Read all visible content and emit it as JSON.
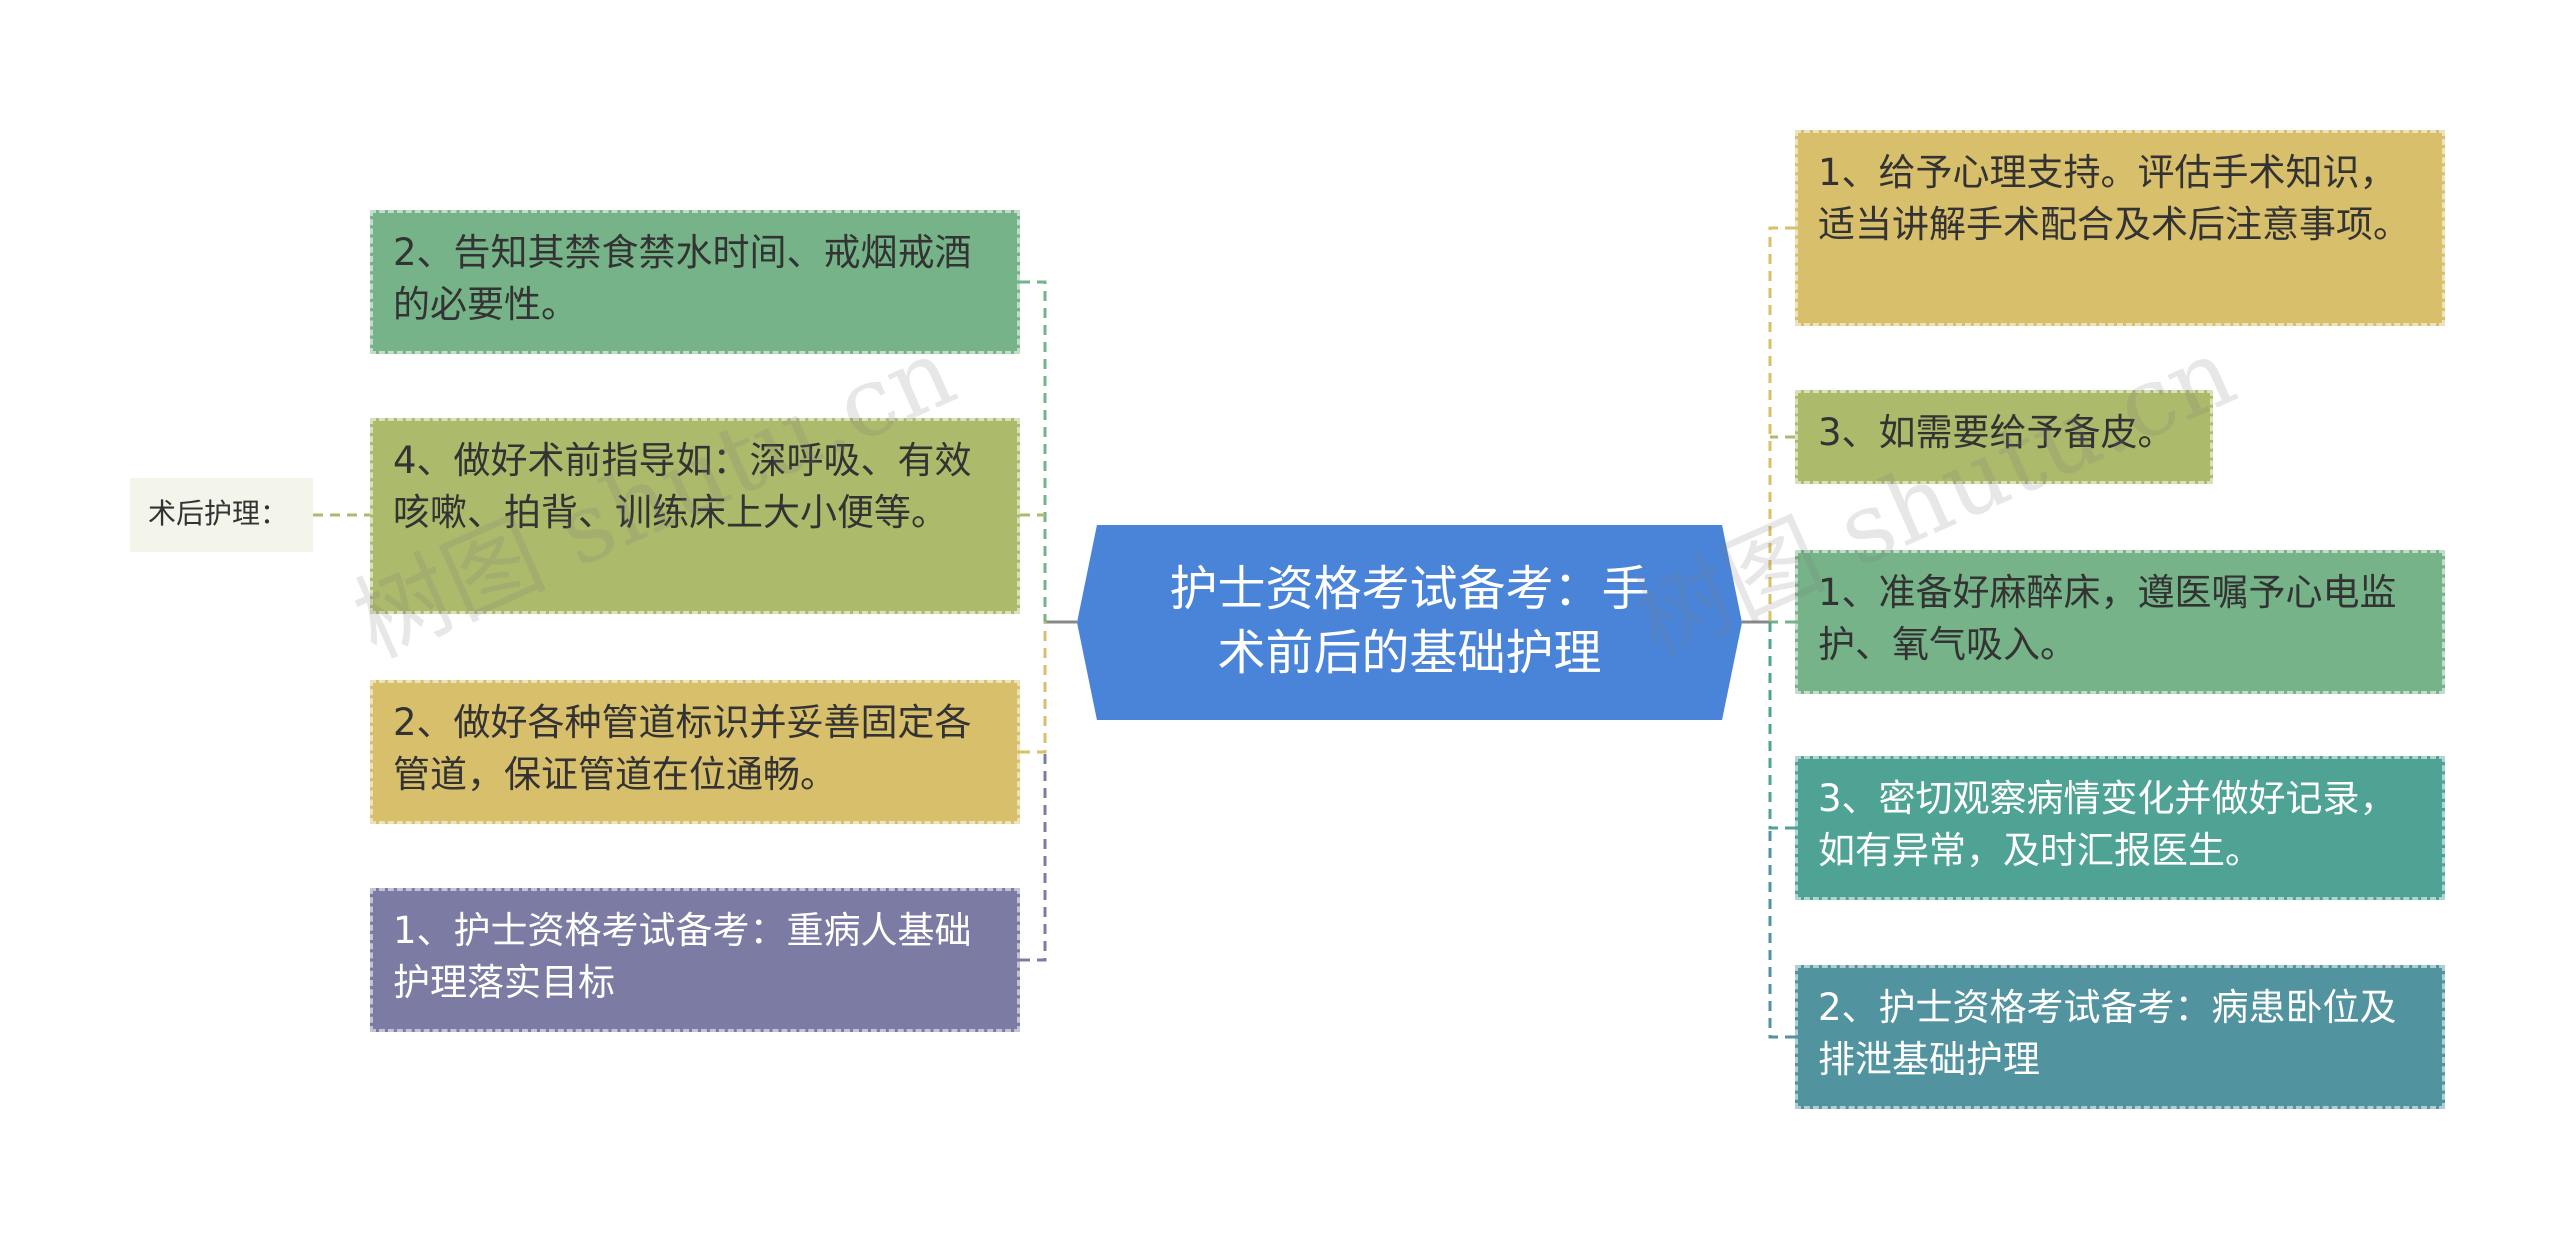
{
  "center": {
    "title": "护士资格考试备考：手术前后的基础护理",
    "color": "#4a84d8"
  },
  "left_group_label": "术后护理：",
  "left_nodes": [
    {
      "text": "2、告知其禁食禁水时间、戒烟戒酒的必要性。",
      "color": "#76b388"
    },
    {
      "text": "4、做好术前指导如：深呼吸、有效咳嗽、拍背、训练床上大小便等。",
      "color": "#acba6c"
    },
    {
      "text": "2、做好各种管道标识并妥善固定各管道，保证管道在位通畅。",
      "color": "#d8bf6b"
    },
    {
      "text": "1、护士资格考试备考：重病人基础护理落实目标",
      "color": "#7c7ba3"
    }
  ],
  "right_nodes": [
    {
      "text": "1、给予心理支持。评估手术知识，适当讲解手术配合及术后注意事项。",
      "color": "#d8bf6b"
    },
    {
      "text": "3、如需要给予备皮。",
      "color": "#acba6c"
    },
    {
      "text": "1、准备好麻醉床，遵医嘱予心电监护、氧气吸入。",
      "color": "#76b388"
    },
    {
      "text": "3、密切观察病情变化并做好记录，如有异常，及时汇报医生。",
      "color": "#4fa394"
    },
    {
      "text": "2、护士资格考试备考：病患卧位及排泄基础护理",
      "color": "#5293a0"
    }
  ],
  "watermark": "树图 shutu.cn"
}
